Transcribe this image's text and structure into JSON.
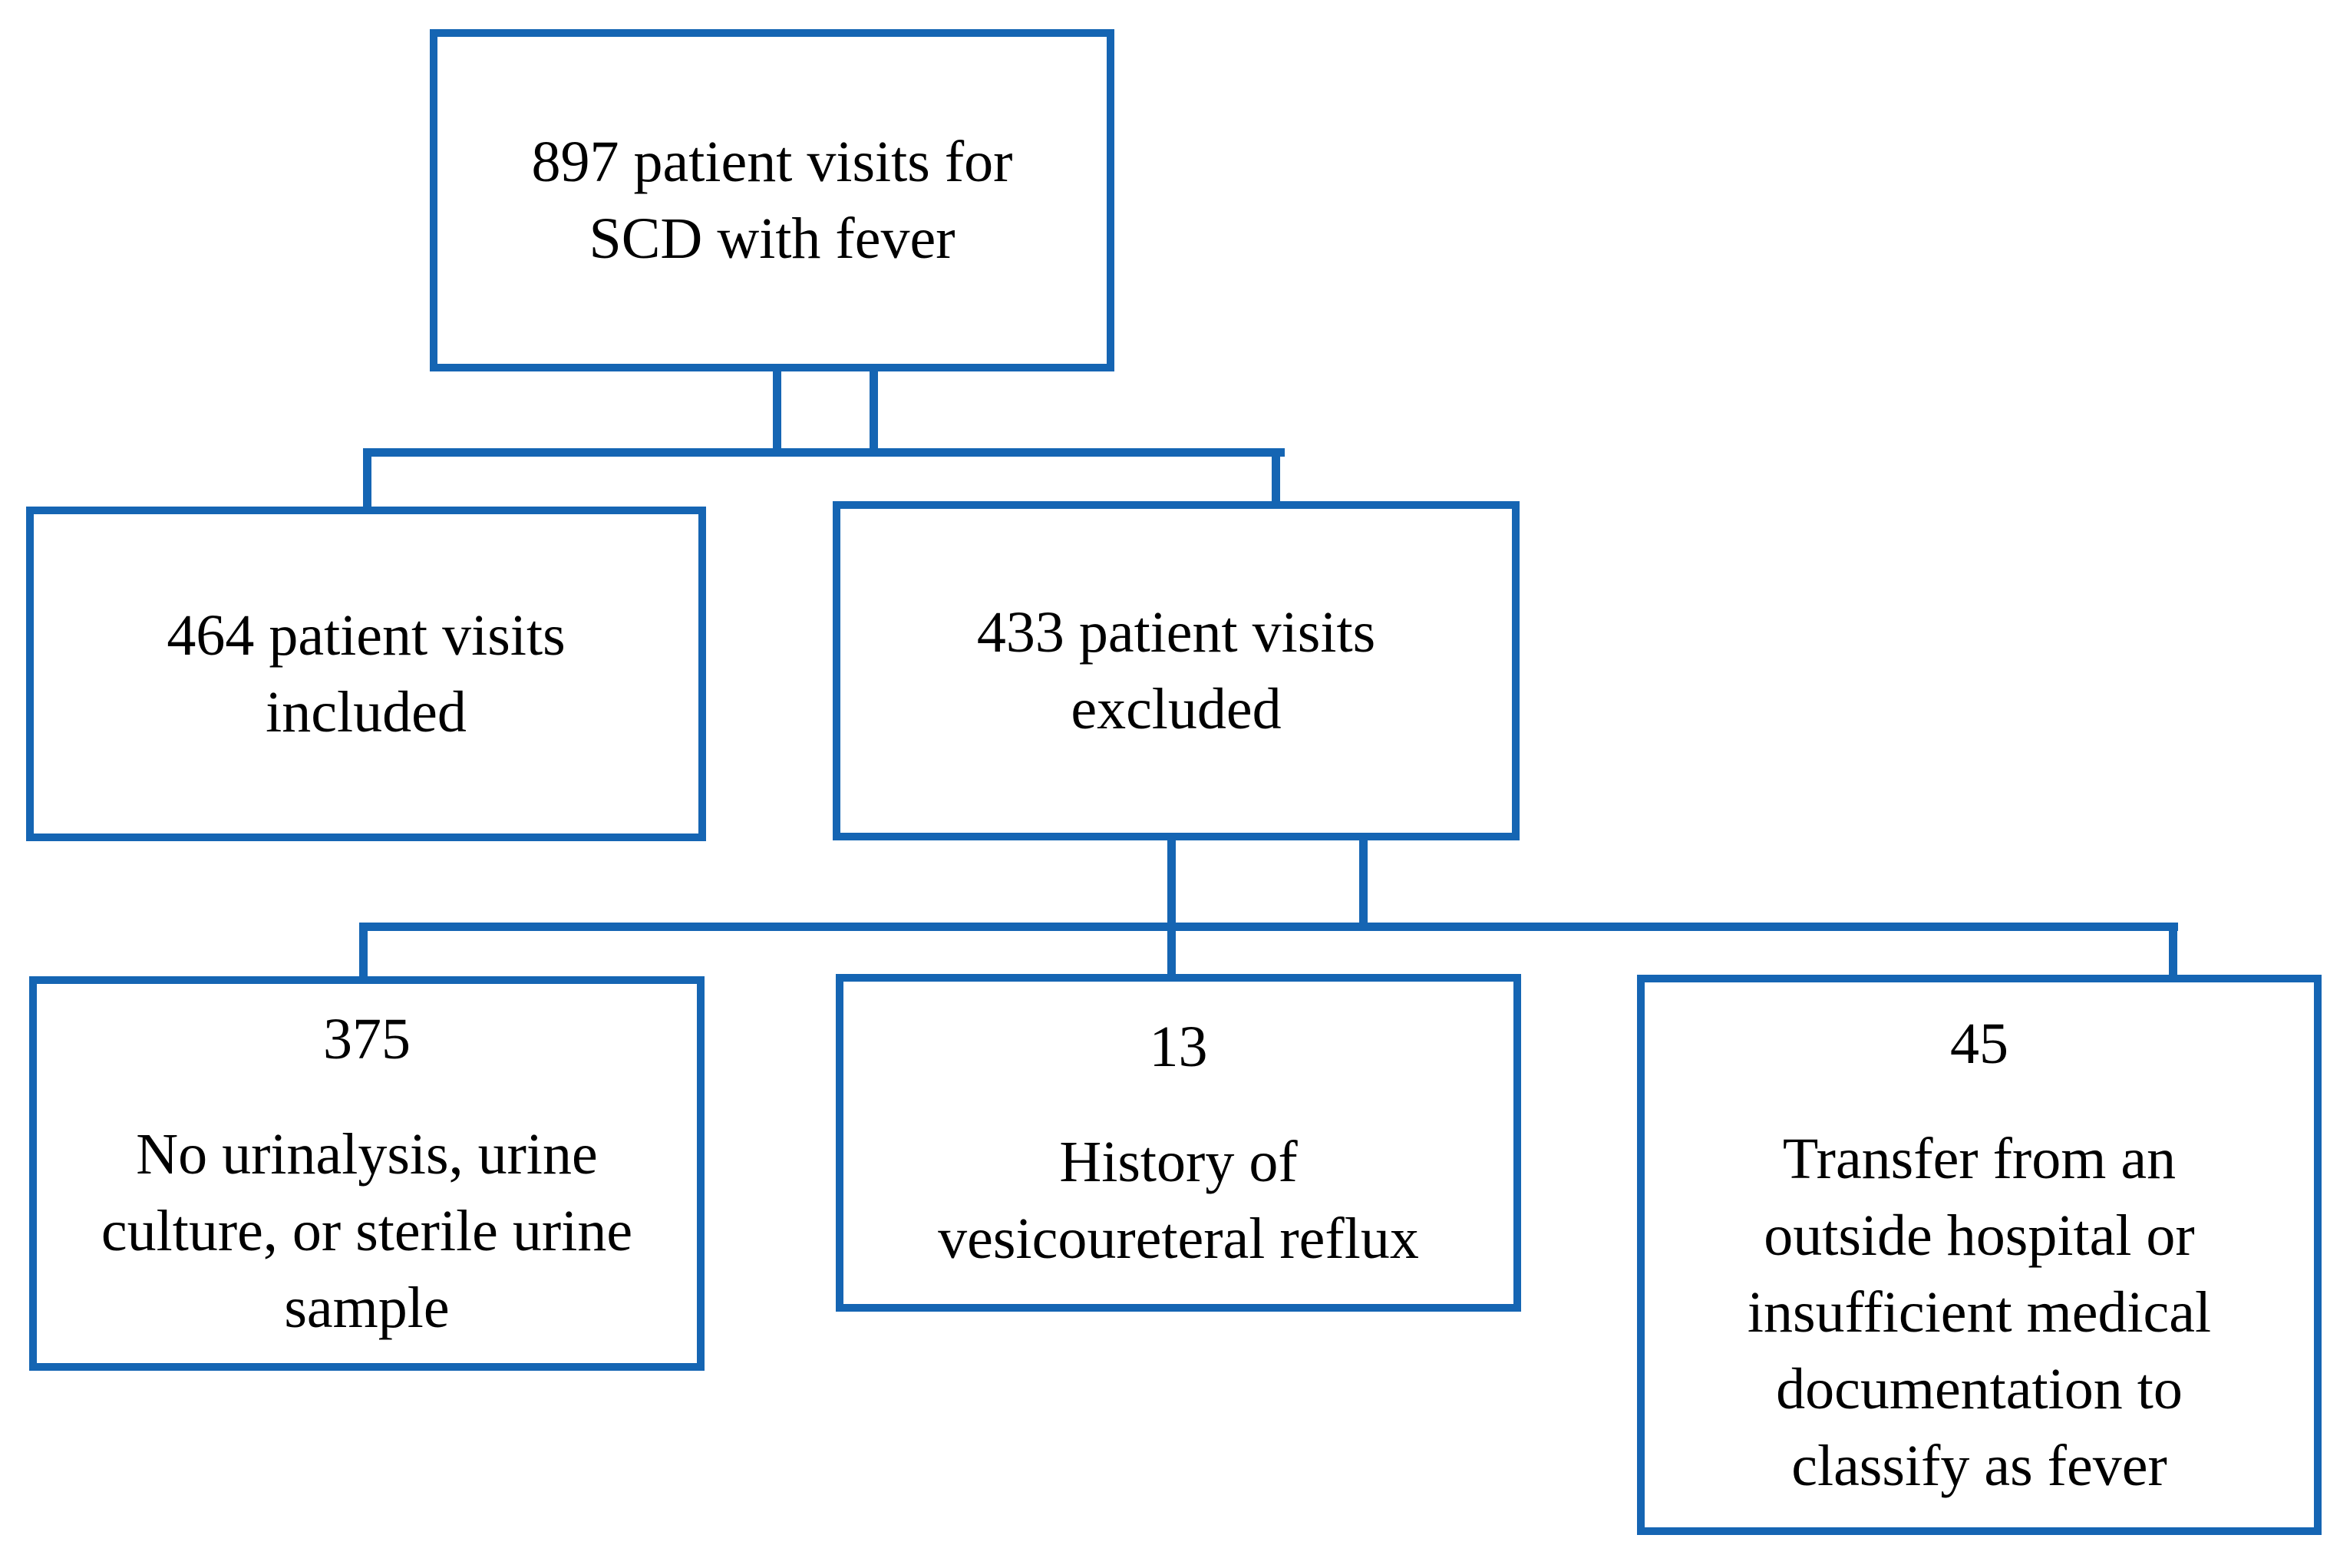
{
  "figure": {
    "type": "flowchart",
    "background_color": "#ffffff",
    "line_color": "#1565b3",
    "text_color": "#000000"
  },
  "boxes": {
    "root": {
      "text": "897 patient visits for\nSCD with fever"
    },
    "included": {
      "text": "464 patient visits\nincluded"
    },
    "excluded": {
      "text": "433 patient visits\nexcluded"
    },
    "nourine": {
      "count": "375",
      "text": "No urinalysis, urine\nculture, or sterile urine\nsample"
    },
    "vur": {
      "count": "13",
      "text": "History of\nvesicoureteral reflux"
    },
    "transfer": {
      "count": "45",
      "text": "Transfer from an\noutside hospital or\ninsufficient medical\ndocumentation to\nclassify as fever"
    }
  }
}
